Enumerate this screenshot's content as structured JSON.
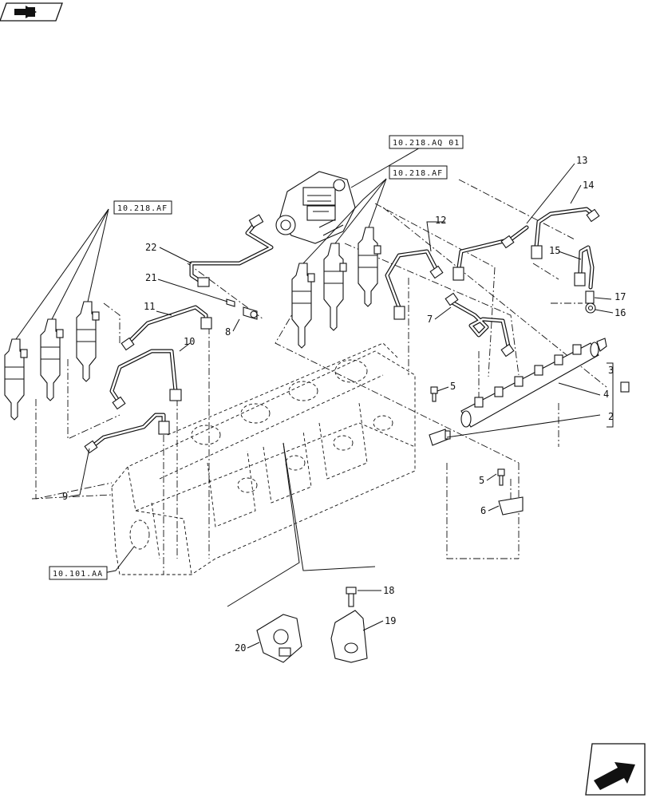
{
  "references": [
    {
      "id": "ref-pump",
      "text": "10.218.AQ 01"
    },
    {
      "id": "ref-injectors-right",
      "text": "10.218.AF"
    },
    {
      "id": "ref-injectors-left",
      "text": "10.218.AF"
    },
    {
      "id": "ref-engine-block",
      "text": "10.101.AA"
    }
  ],
  "callouts": [
    "2",
    "3",
    "4",
    "5",
    "5",
    "6",
    "7",
    "8",
    "9",
    "10",
    "11",
    "12",
    "13",
    "14",
    "15",
    "16",
    "17",
    "18",
    "19",
    "20",
    "21",
    "22"
  ],
  "icons": {
    "top_left": "prev-page-arrow-icon",
    "bottom_right": "next-page-arrow-icon"
  }
}
